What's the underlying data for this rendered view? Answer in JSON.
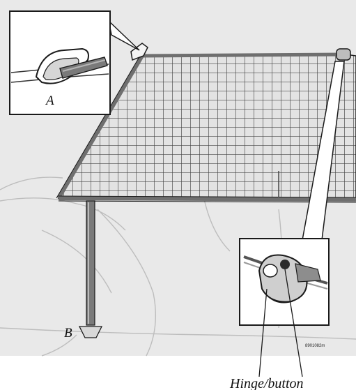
{
  "labels": {
    "callout_a": "A",
    "callout_b": "B",
    "hinge_button": "Hinge/button",
    "image_code": "8901082m"
  },
  "colors": {
    "background_panel": "#e9e9e9",
    "net_fill": "#e3e3e3",
    "net_grid": "#444444",
    "frame": "#6f6f6f",
    "outline": "#1a1a1a",
    "car_lines": "#bdbdbd"
  },
  "icons": {
    "arrow_down": "arrow-down-icon",
    "hinge": "hinge-icon",
    "clip": "clip-icon"
  }
}
